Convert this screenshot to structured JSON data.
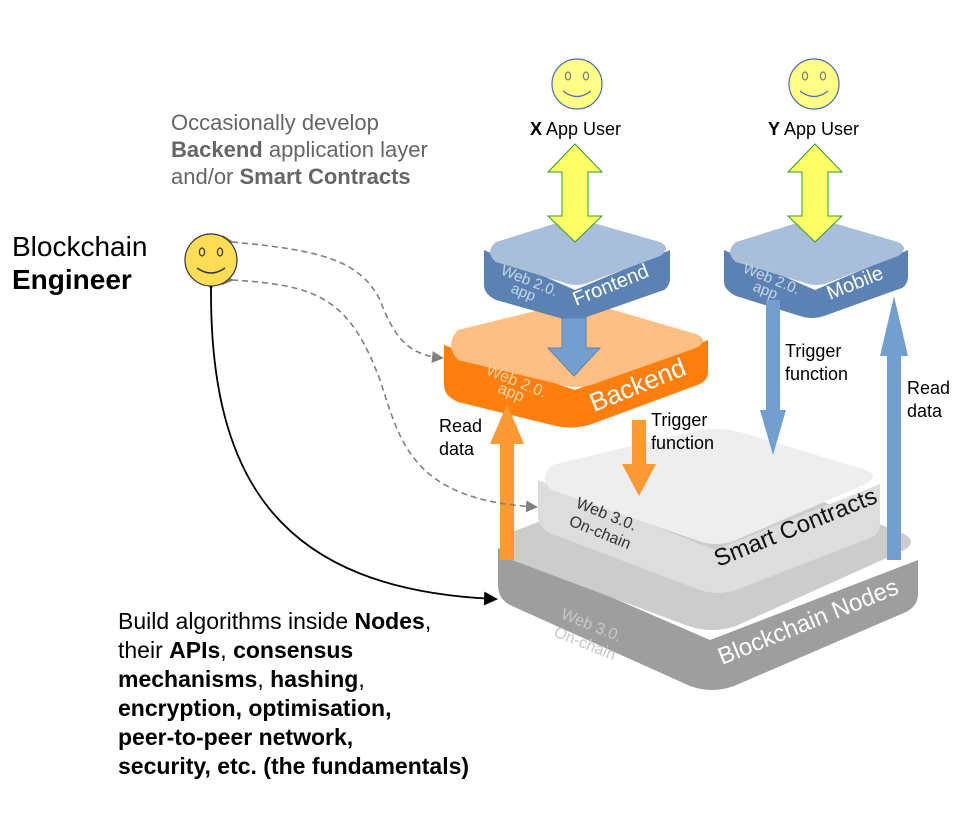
{
  "engineer": {
    "title_line1": "Blockchain",
    "title_line2": "Engineer"
  },
  "occasional_note": {
    "line1": "Occasionally develop",
    "line2_bold": "Backend",
    "line2_rest": " application layer",
    "line3_pre": "and/or ",
    "line3_bold": "Smart Contracts"
  },
  "users": [
    {
      "letter": "X",
      "label": " App User"
    },
    {
      "letter": "Y",
      "label": " App User"
    }
  ],
  "layers": {
    "frontend": {
      "sub1": "Web 2.0.",
      "sub2": "app",
      "name": "Frontend",
      "color_top": "#a9bfd9",
      "color_side": "#5b82b3"
    },
    "mobile": {
      "sub1": "Web 2.0.",
      "sub2": "app",
      "name": "Mobile",
      "color_top": "#a9bfd9",
      "color_side": "#5b82b3"
    },
    "backend": {
      "sub1": "Web 2.0.",
      "sub2": "app",
      "name": "Backend",
      "color_top": "#fdbf84",
      "color_side": "#ff7f0e"
    },
    "smart_contracts": {
      "sub1": "Web 3.0.",
      "sub2": "On-chain",
      "name": "Smart Contracts",
      "color_top": "#eeeeee",
      "color_side": "#dddddd"
    },
    "nodes": {
      "sub1": "Web 3.0.",
      "sub2": "On-chain",
      "name": "Blockchain Nodes",
      "color_top": "#cccccc",
      "color_side": "#9e9e9e"
    }
  },
  "arrow_labels": {
    "backend_read_1": "Read",
    "backend_read_2": "data",
    "backend_trigger_1": "Trigger",
    "backend_trigger_2": "function",
    "mobile_trigger_1": "Trigger",
    "mobile_trigger_2": "function",
    "mobile_read_1": "Read",
    "mobile_read_2": "data"
  },
  "fundamentals": {
    "l1_pre": "Build algorithms inside ",
    "l1_bold": "Nodes",
    "l1_post": ",",
    "l2_pre": "their ",
    "l2_bold1": "APIs",
    "l2_mid": ", ",
    "l2_bold2": "consensus",
    "l3_bold1": "mechanisms",
    "l3_mid": ", ",
    "l3_bold2": "hashing",
    "l3_post": ",",
    "l4_bold": "encryption, optimisation,",
    "l5_bold": "peer-to-peer network,",
    "l6_bold": "security, etc. (the fundamentals)"
  },
  "colors": {
    "user_face": "#ffff88",
    "engineer_face": "#ffdd55",
    "yellow_arrow": "#ffff66",
    "blue_arrow": "#729fcf",
    "orange_arrow": "#ff9933",
    "dashed": "#808080"
  }
}
